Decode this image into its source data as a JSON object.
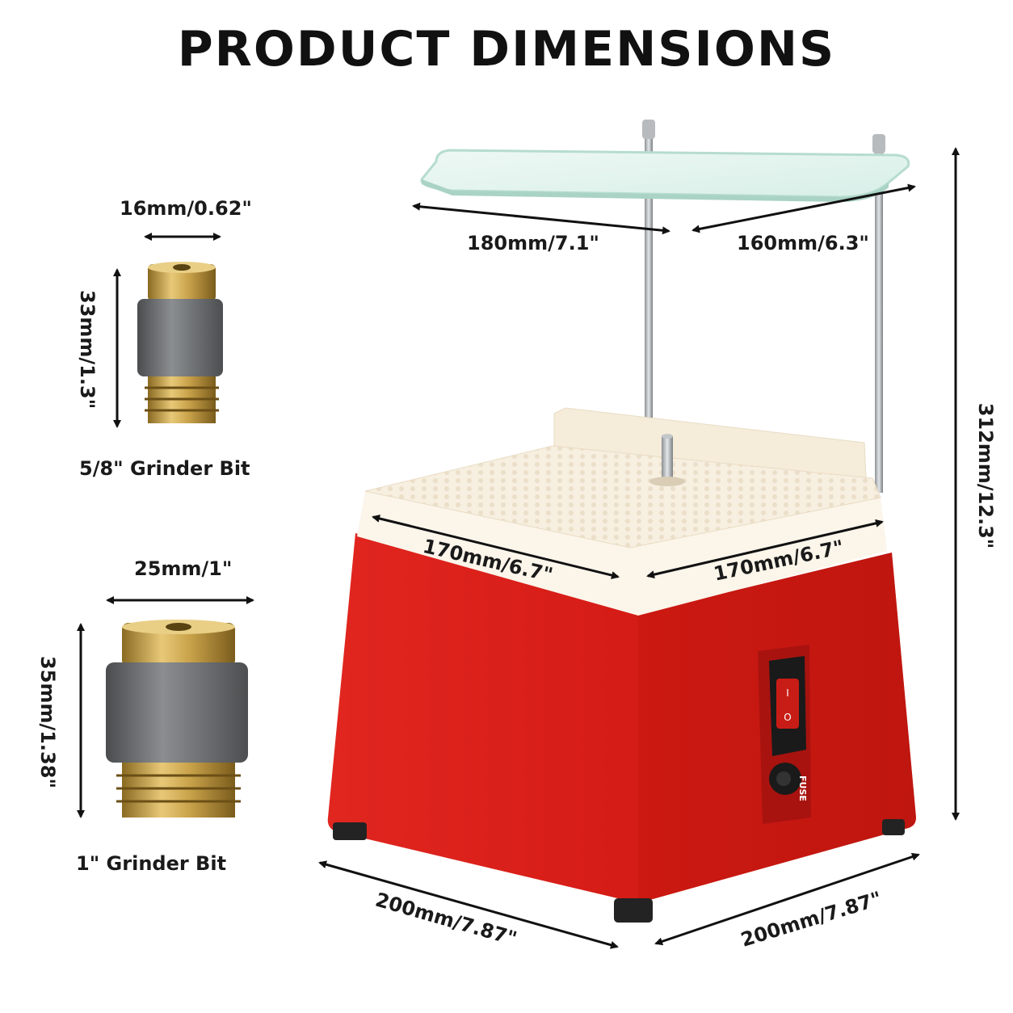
{
  "title": "PRODUCT DIMENSIONS",
  "bits": {
    "small": {
      "width": "16mm/0.62\"",
      "height": "33mm/1.3\"",
      "caption": "5/8\" Grinder Bit"
    },
    "large": {
      "width": "25mm/1\"",
      "height": "35mm/1.38\"",
      "caption": "1\" Grinder Bit"
    }
  },
  "shield": {
    "depth": "180mm/7.1\"",
    "width": "160mm/6.3\""
  },
  "worksurface": {
    "depth": "170mm/6.7\"",
    "width": "170mm/6.7\""
  },
  "base": {
    "depth": "200mm/7.87\"",
    "width": "200mm/7.87\""
  },
  "overall_height": "312mm/12.3\"",
  "switch": {
    "on_mark": "I",
    "off_mark": "O"
  },
  "fuse_label": "FUSE",
  "colors": {
    "body": "#d81f1a",
    "brass": "#c9a24a",
    "grinder": "#6b6e70",
    "tray": "#fbf5ea"
  }
}
